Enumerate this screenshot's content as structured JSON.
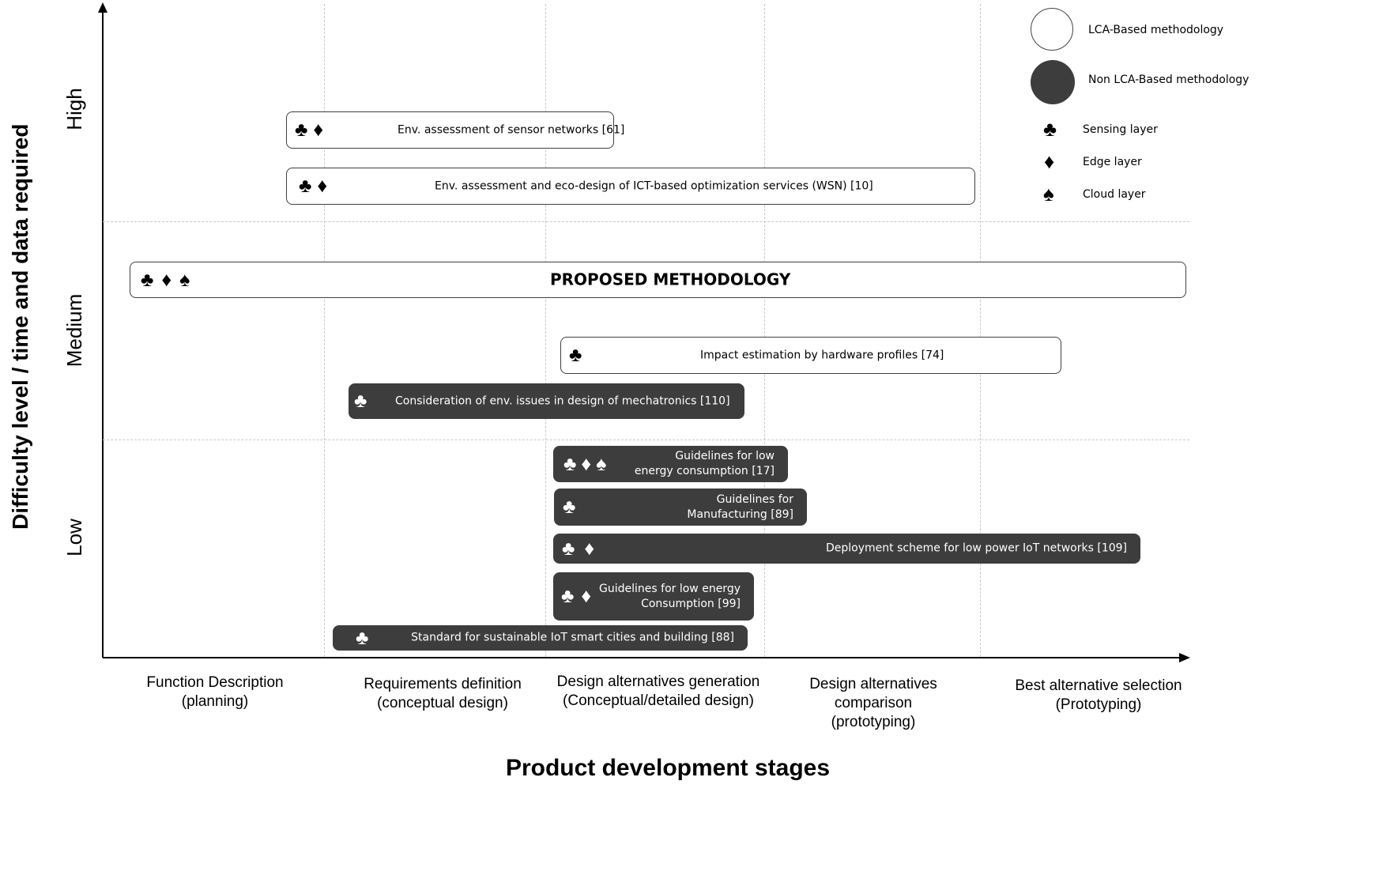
{
  "axes": {
    "y_title": "Difficulty level / time and data required",
    "x_title": "Product development stages",
    "y_levels": [
      "High",
      "Medium",
      "Low"
    ],
    "x_stages": [
      "Function Description\n(planning)",
      "Requirements definition\n(conceptual design)",
      "Design alternatives generation\n(Conceptual/detailed design)",
      "Design alternatives\ncomparison\n(prototyping)",
      "Best alternative selection\n(Prototyping)"
    ]
  },
  "legend": {
    "lca": "LCA-Based methodology",
    "non_lca": "Non LCA-Based methodology",
    "sensing": "Sensing layer",
    "edge": "Edge layer",
    "cloud": "Cloud layer"
  },
  "icons": {
    "club": "♣",
    "diamond": "♦",
    "spade": "♠"
  },
  "colors": {
    "dark_fill": "#3d3d3d",
    "light_fill": "#ffffff",
    "grid": "#c8c8c8"
  },
  "methods": {
    "sensor_networks": "Env. assessment of sensor networks [61]",
    "ict_optimization": "Env. assessment and eco-design of ICT-based optimization services (WSN) [10]",
    "proposed": "PROPOSED METHODOLOGY",
    "hardware_profiles": "Impact estimation by hardware profiles [74]",
    "mechatronics": "Consideration of env. issues in design of mechatronics [110]",
    "low_energy_17": "Guidelines for low\nenergy consumption [17]",
    "manufacturing_89": "Guidelines for\nManufacturing [89]",
    "deployment_109": "Deployment scheme for low power IoT networks [109]",
    "low_energy_99": "Guidelines for low energy\nConsumption [99]",
    "standard_88": "Standard for sustainable IoT smart cities and building [88]"
  }
}
